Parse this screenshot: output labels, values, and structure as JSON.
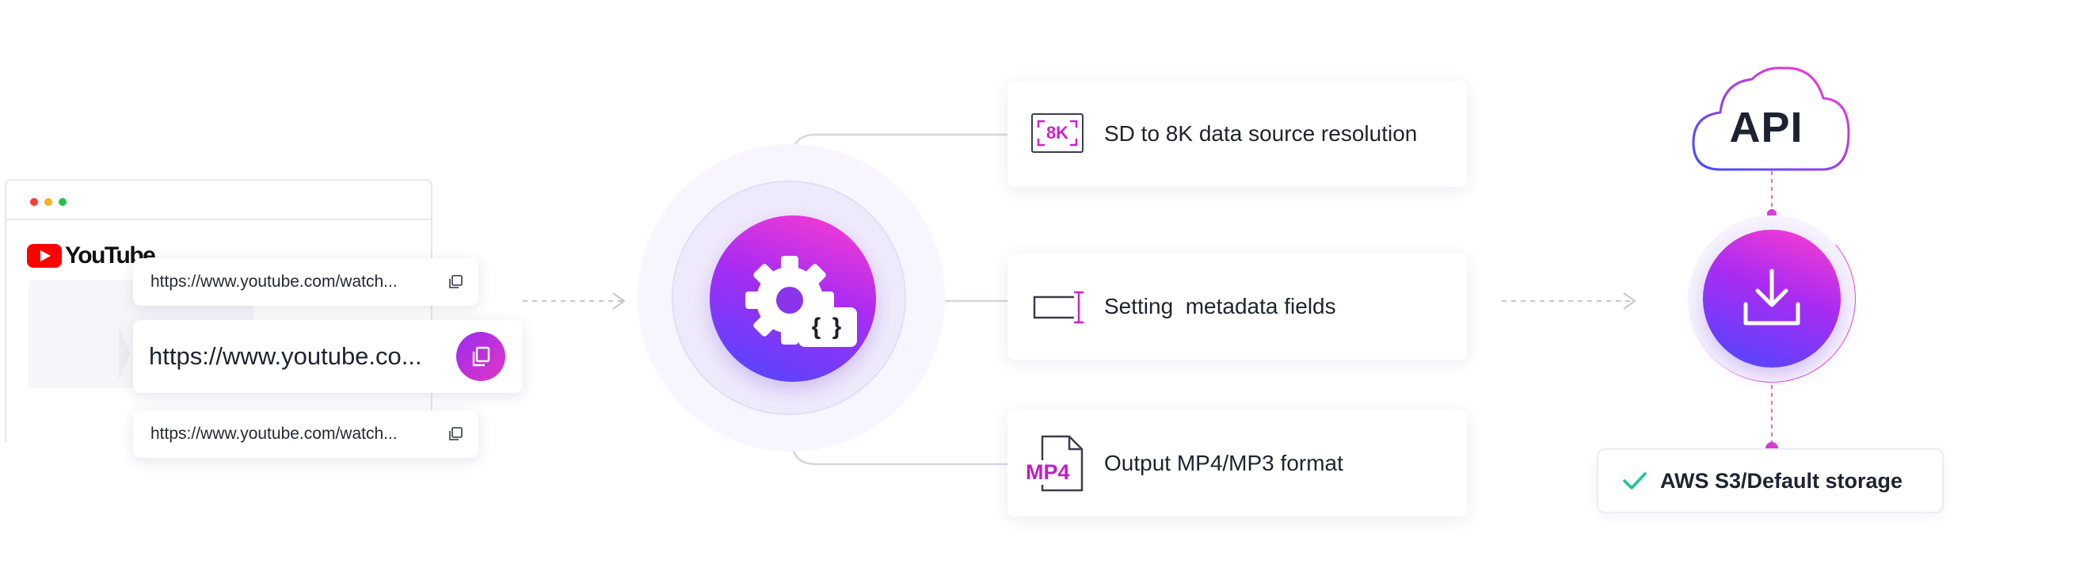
{
  "colors": {
    "accent_magenta": "#e236c4",
    "accent_purple": "#a92cf2",
    "accent_blue": "#4a48ff",
    "check_green": "#1ec39a",
    "youtube_red": "#ff0000"
  },
  "source": {
    "brand": "YouTube",
    "urls": [
      "https://www.youtube.com/watch...",
      "https://www.youtube.co...",
      "https://www.youtube.com/watch..."
    ],
    "icons": [
      "youtube-logo-icon",
      "copy-icon"
    ]
  },
  "processor": {
    "icon": "gear-icon",
    "badge": "{}"
  },
  "features": [
    {
      "icon": "resolution-8k-icon",
      "badge": "8K",
      "label": "SD to 8K data source resolution"
    },
    {
      "icon": "text-field-icon",
      "label": "Setting  metadata fields"
    },
    {
      "icon": "file-icon",
      "badge": "MP4",
      "label": "Output MP4/MP3 format"
    }
  ],
  "output": {
    "cloud_label": "API",
    "download_icon": "download-icon",
    "storage_label": "AWS S3/Default storage",
    "storage_icon": "check-icon"
  }
}
